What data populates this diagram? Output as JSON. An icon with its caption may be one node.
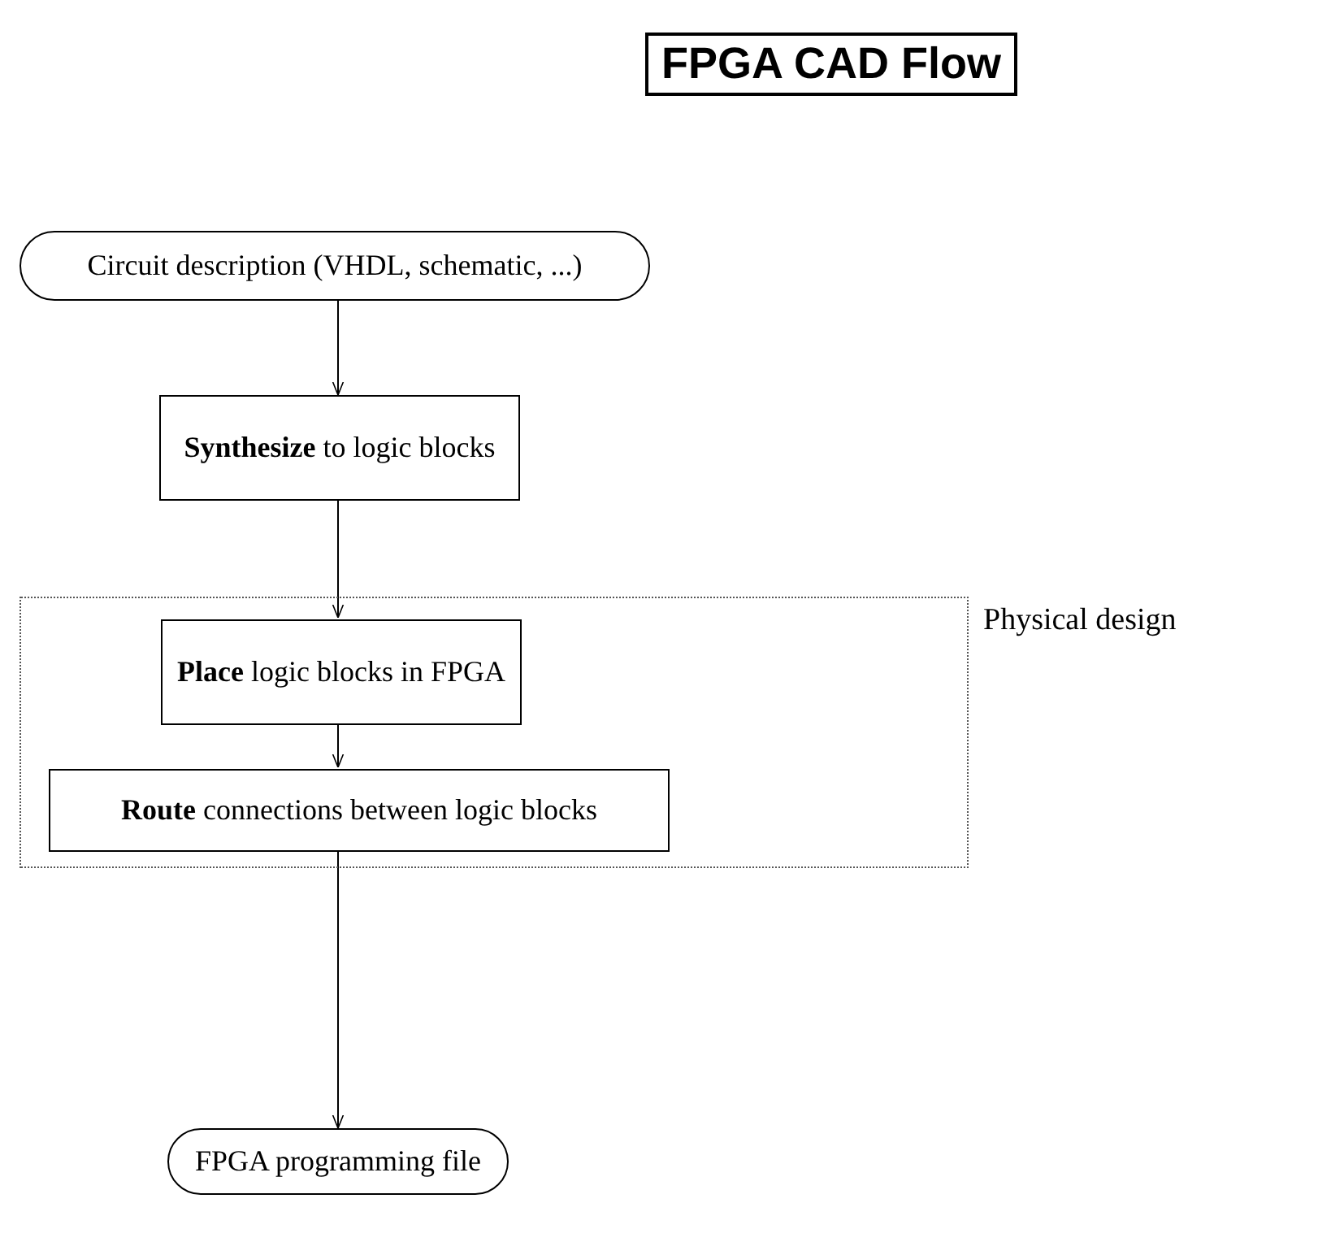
{
  "diagram": {
    "title": "FPGA CAD Flow",
    "nodes": [
      {
        "text": [
          "Circuit description (VHDL, schematic, ...)"
        ]
      },
      {
        "text": [
          "**Synthesize** to logic blocks"
        ]
      },
      {
        "text": [
          "Physical design"
        ]
      },
      {
        "text": [
          "**Place** logic blocks in FPGA"
        ],
        "in": 2
      },
      {
        "text": [
          "**Route** connections between logic blocks"
        ],
        "in": 2
      },
      {
        "text": [
          "FPGA programming file"
        ]
      }
    ],
    "edges": [
      {
        "from": 0,
        "to": 1,
        "arrow": "to"
      },
      {
        "from": 1,
        "to": 3,
        "arrow": "to"
      },
      {
        "from": 3,
        "to": 4,
        "arrow": "to"
      },
      {
        "from": 4,
        "to": 5,
        "arrow": "to"
      }
    ]
  }
}
